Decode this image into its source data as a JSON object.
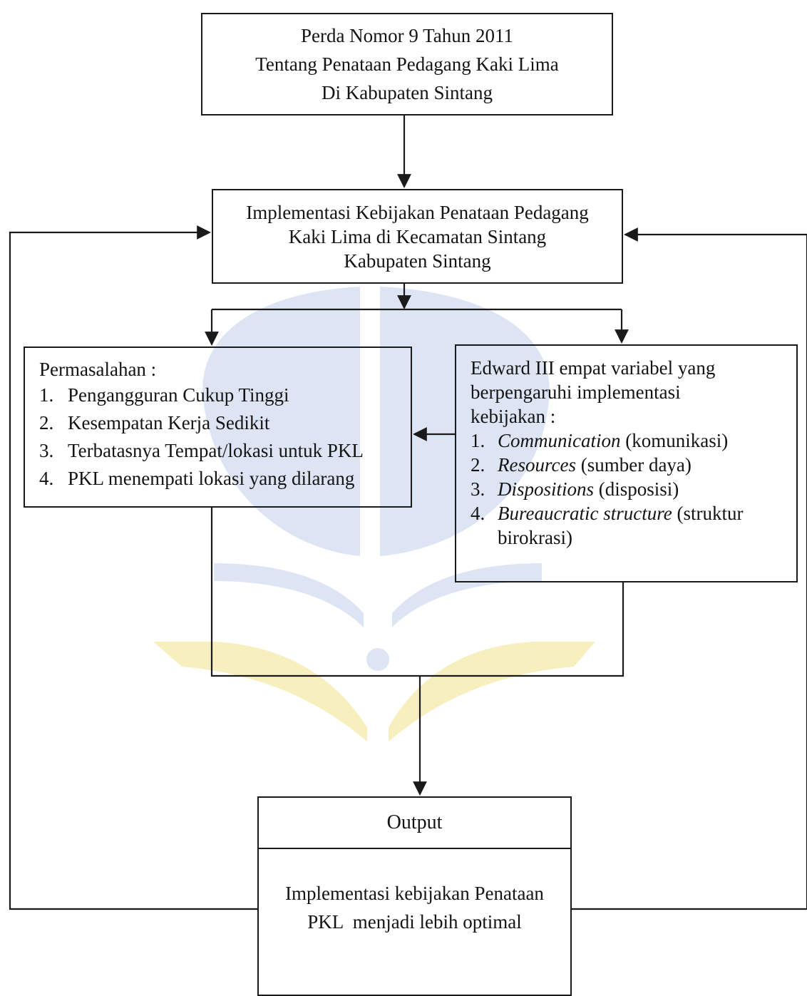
{
  "perda_box": {
    "lines": [
      "Perda Nomor 9 Tahun 2011",
      "Tentang Penataan Pedagang Kaki Lima",
      "Di Kabupaten Sintang"
    ]
  },
  "implementation_box": {
    "lines": [
      "Implementasi Kebijakan Penataan Pedagang",
      "Kaki Lima di Kecamatan Sintang",
      "Kabupaten Sintang"
    ]
  },
  "problems_box": {
    "heading": "Permasalahan :",
    "items": [
      {
        "num": "1.",
        "text": "Pengangguran Cukup Tinggi"
      },
      {
        "num": "2.",
        "text": "Kesempatan Kerja Sedikit"
      },
      {
        "num": "3.",
        "text": "Terbatasnya Tempat/lokasi untuk PKL"
      },
      {
        "num": "4.",
        "text": "PKL menempati lokasi yang dilarang"
      }
    ]
  },
  "edward_box": {
    "heading_lines": [
      "Edward III empat variabel yang",
      "berpengaruhi implementasi",
      "kebijakan :"
    ],
    "items": [
      {
        "num": "1.",
        "term": "Communication",
        "gloss": "(komunikasi)"
      },
      {
        "num": "2.",
        "term": "Resources",
        "gloss": "(sumber daya)"
      },
      {
        "num": "3.",
        "term": "Dispositions",
        "gloss": "(disposisi)"
      },
      {
        "num": "4.",
        "term": "Bureaucratic structure",
        "gloss": "(struktur",
        "gloss_cont": "birokrasi)"
      }
    ]
  },
  "output_box": {
    "title": "Output",
    "lines": [
      "Implementasi kebijakan Penataan",
      "PKL  menjadi lebih optimal"
    ]
  },
  "colors": {
    "line": "#1a1a1a",
    "watermark_blue": "#c7d3ec",
    "watermark_yellow": "#f6e9a8"
  }
}
